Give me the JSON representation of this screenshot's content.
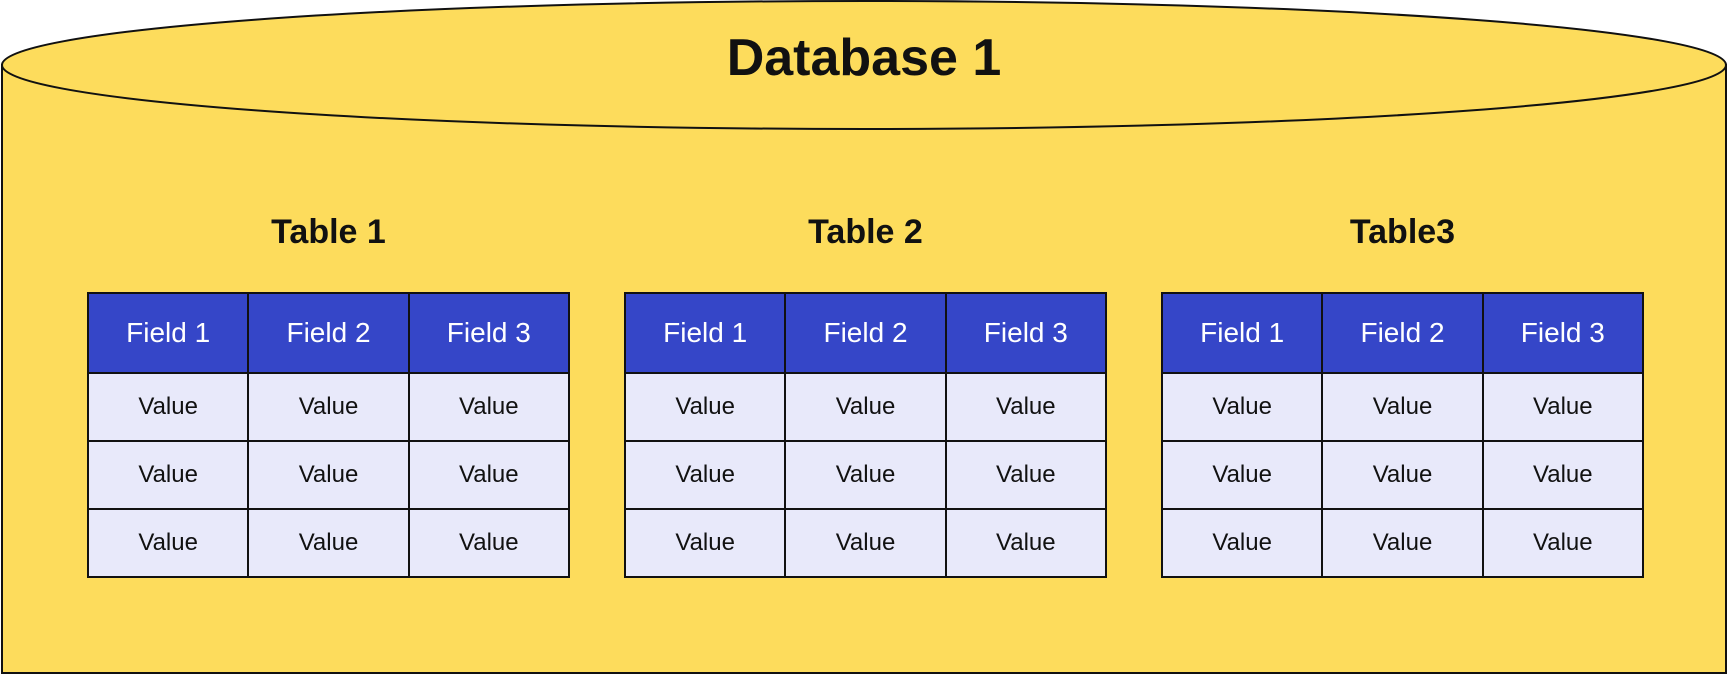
{
  "database": {
    "title": "Database 1",
    "fill_color": "#fddc5c",
    "outline_color": "#111111"
  },
  "colors": {
    "header_fill": "#3546c8",
    "header_text": "#ffffff",
    "cell_fill": "#e8e9fa",
    "border": "#111111"
  },
  "tables": [
    {
      "title": "Table 1",
      "headers": [
        "Field 1",
        "Field 2",
        "Field 3"
      ],
      "rows": [
        [
          "Value",
          "Value",
          "Value"
        ],
        [
          "Value",
          "Value",
          "Value"
        ],
        [
          "Value",
          "Value",
          "Value"
        ]
      ]
    },
    {
      "title": "Table 2",
      "headers": [
        "Field 1",
        "Field 2",
        "Field 3"
      ],
      "rows": [
        [
          "Value",
          "Value",
          "Value"
        ],
        [
          "Value",
          "Value",
          "Value"
        ],
        [
          "Value",
          "Value",
          "Value"
        ]
      ]
    },
    {
      "title": "Table3",
      "headers": [
        "Field 1",
        "Field 2",
        "Field 3"
      ],
      "rows": [
        [
          "Value",
          "Value",
          "Value"
        ],
        [
          "Value",
          "Value",
          "Value"
        ],
        [
          "Value",
          "Value",
          "Value"
        ]
      ]
    }
  ]
}
